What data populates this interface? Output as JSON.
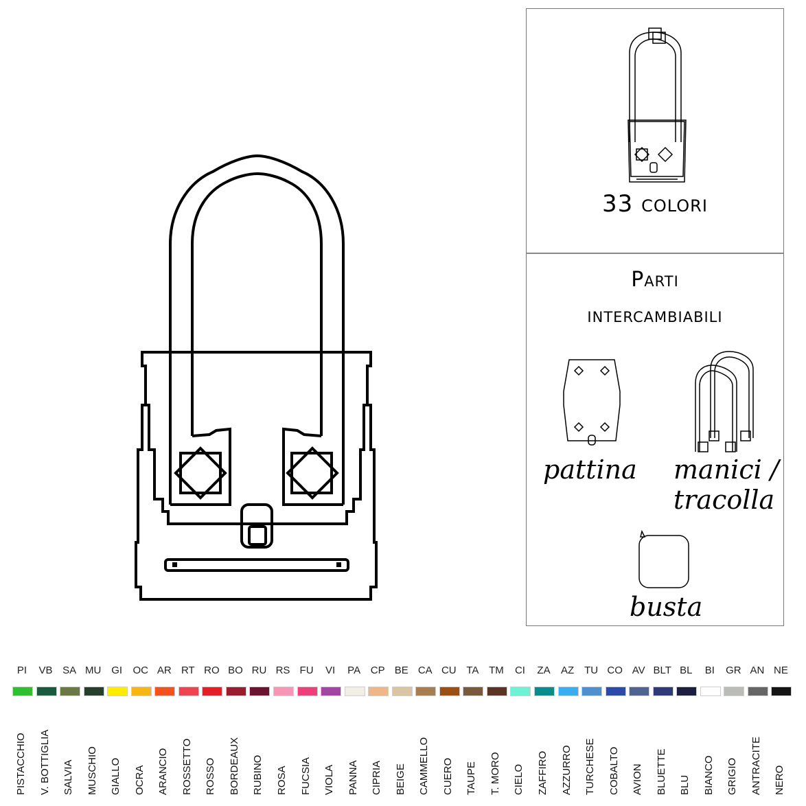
{
  "panel_top": {
    "colors_label": "33 colori"
  },
  "panel_bottom": {
    "title_line1": "Parti",
    "title_line2": "intercambiabili",
    "parts": {
      "flap": "pattina",
      "handles_line1": "manici /",
      "handles_line2": "tracolla",
      "pouch": "busta"
    }
  },
  "palette": [
    {
      "code": "PI",
      "name": "PISTACCHIO",
      "color": "#2fbf2f"
    },
    {
      "code": "VB",
      "name": "V. BOTTIGLIA",
      "color": "#1a5a40"
    },
    {
      "code": "SA",
      "name": "SALVIA",
      "color": "#6b7a45"
    },
    {
      "code": "MU",
      "name": "MUSCHIO",
      "color": "#26402c"
    },
    {
      "code": "GI",
      "name": "GIALLO",
      "color": "#ffec00"
    },
    {
      "code": "OC",
      "name": "OCRA",
      "color": "#f6b616"
    },
    {
      "code": "AR",
      "name": "ARANCIO",
      "color": "#f5501e"
    },
    {
      "code": "RT",
      "name": "ROSSETTO",
      "color": "#ef4351"
    },
    {
      "code": "RO",
      "name": "ROSSO",
      "color": "#e61f27"
    },
    {
      "code": "BO",
      "name": "BORDEAUX",
      "color": "#9b1d32"
    },
    {
      "code": "RU",
      "name": "RUBINO",
      "color": "#6a1431"
    },
    {
      "code": "RS",
      "name": "ROSA",
      "color": "#f797b5"
    },
    {
      "code": "FU",
      "name": "FUCSIA",
      "color": "#ee3f78"
    },
    {
      "code": "VI",
      "name": "VIOLA",
      "color": "#a444a4"
    },
    {
      "code": "PA",
      "name": "PANNA",
      "color": "#f1eee6"
    },
    {
      "code": "CP",
      "name": "CIPRIA",
      "color": "#f0b68b"
    },
    {
      "code": "BE",
      "name": "BEIGE",
      "color": "#d9c4a6"
    },
    {
      "code": "CA",
      "name": "CAMMELLO",
      "color": "#a87d52"
    },
    {
      "code": "CU",
      "name": "CUERO",
      "color": "#9c4f14"
    },
    {
      "code": "TA",
      "name": "TAUPE",
      "color": "#7a5a3e"
    },
    {
      "code": "TM",
      "name": "T. MORO",
      "color": "#5a3424"
    },
    {
      "code": "CI",
      "name": "CIELO",
      "color": "#6ef2d6"
    },
    {
      "code": "ZA",
      "name": "ZAFFIRO",
      "color": "#0a8c8c"
    },
    {
      "code": "AZ",
      "name": "AZZURRO",
      "color": "#3aaef0"
    },
    {
      "code": "TU",
      "name": "TURCHESE",
      "color": "#4f90d0"
    },
    {
      "code": "CO",
      "name": "COBALTO",
      "color": "#2d4aa8"
    },
    {
      "code": "AV",
      "name": "AVION",
      "color": "#4f6490"
    },
    {
      "code": "BLT",
      "name": "BLUETTE",
      "color": "#313a78"
    },
    {
      "code": "BL",
      "name": "BLU",
      "color": "#1e1e40"
    },
    {
      "code": "BI",
      "name": "BIANCO",
      "color": "#ffffff"
    },
    {
      "code": "GR",
      "name": "GRIGIO",
      "color": "#b9bcb7"
    },
    {
      "code": "AN",
      "name": "ANTRACITE",
      "color": "#666666"
    },
    {
      "code": "NE",
      "name": "NERO",
      "color": "#151515"
    }
  ]
}
